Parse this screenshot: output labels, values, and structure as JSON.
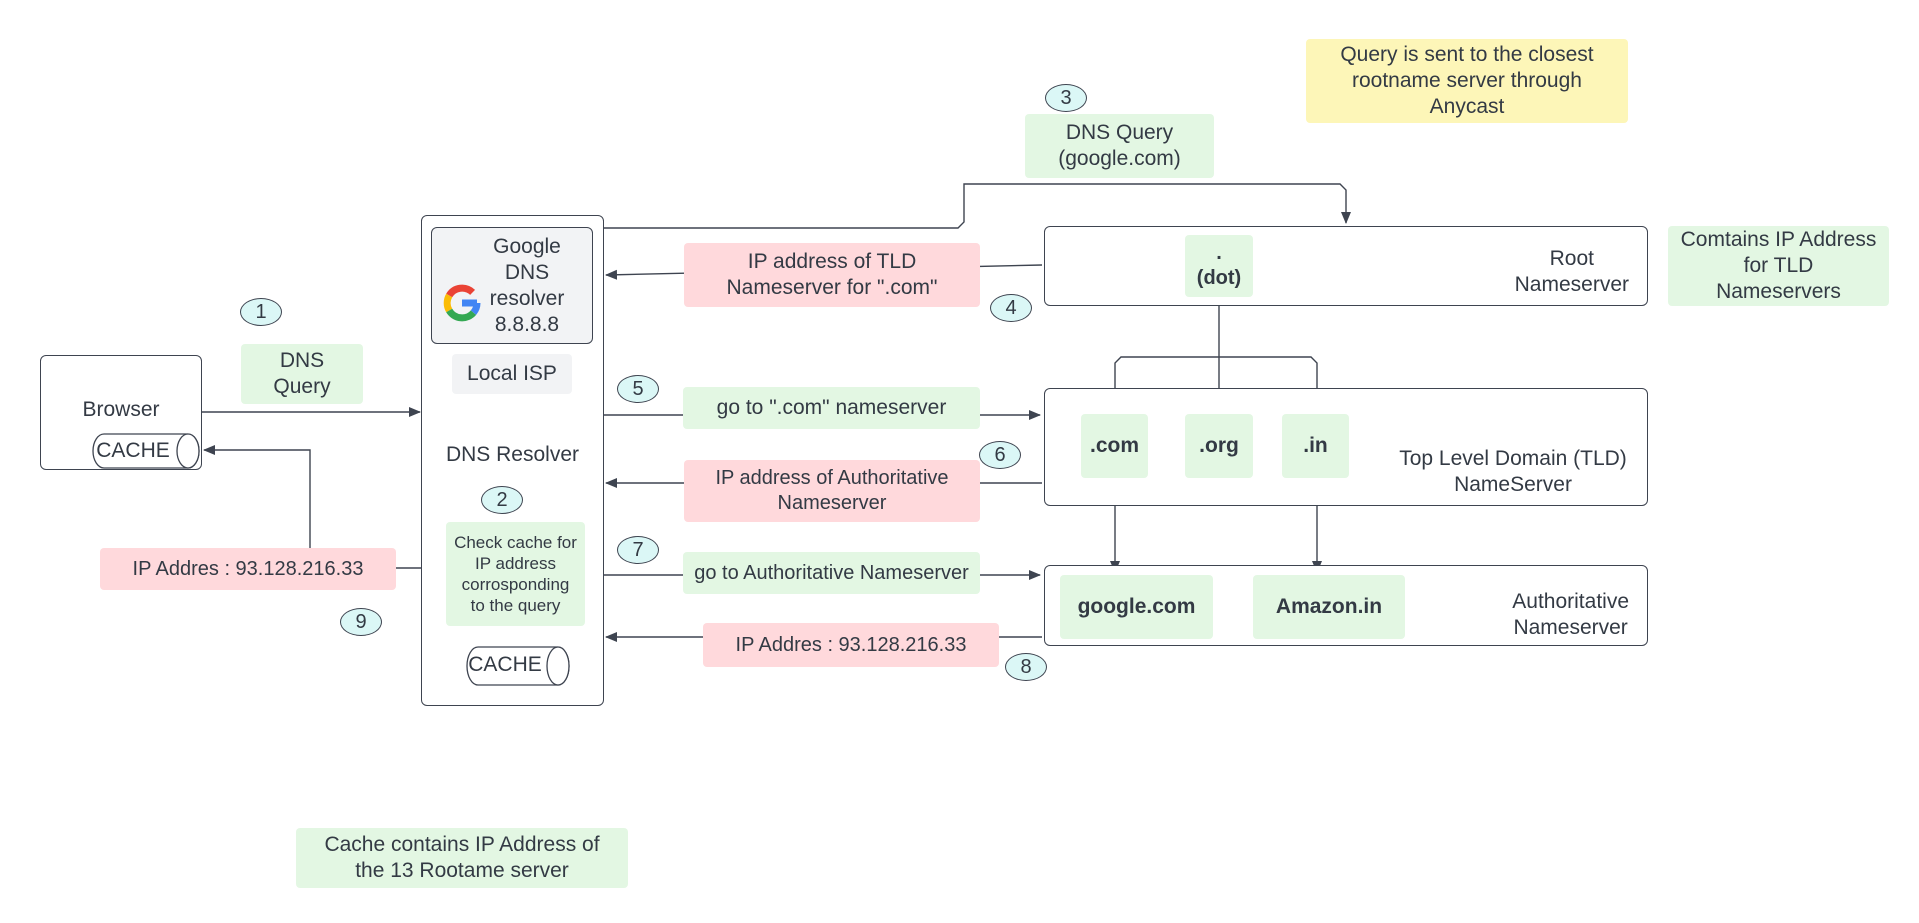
{
  "steps": [
    "1",
    "2",
    "3",
    "4",
    "5",
    "6",
    "7",
    "8",
    "9"
  ],
  "browser": {
    "label": "Browser",
    "cache": "CACHE"
  },
  "dns_query_1": "DNS\nQuery",
  "ip_result_browser": "IP Addres : 93.128.216.33",
  "resolver": {
    "google_label": "Google\nDNS\nresolver\n8.8.8.8",
    "local_isp": "Local ISP",
    "title": "DNS Resolver",
    "check_cache": "Check cache for\nIP address\ncorrosponding\nto the query",
    "cache": "CACHE"
  },
  "cache_note": "Cache contains IP Address of\nthe 13 Rootame server",
  "dns_query_3": "DNS Query\n(google.com)",
  "anycast_note": "Query is sent to the closest\nrootname server through\nAnycast",
  "root": {
    "dot": ".\n(dot)",
    "label": "Root\nNameserver"
  },
  "root_note": "Comtains IP Address\nfor TLD\nNameservers",
  "tld_ip_msg": "IP address of TLD\nNameserver for \".com\"",
  "go_com": "go to \".com\" nameserver",
  "auth_ip_msg": "IP address of Authoritative\nNameserver",
  "go_auth": "go to Authoritative Nameserver",
  "ip_result_resolver": "IP Addres : 93.128.216.33",
  "tld": {
    "items": [
      ".com",
      ".org",
      ".in"
    ],
    "label": "Top Level Domain (TLD)\nNameServer"
  },
  "auth": {
    "items": [
      "google.com",
      "Amazon.in"
    ],
    "label": "Authoritative\nNameserver"
  },
  "colors": {
    "green": "#e3f7e3",
    "pink": "#ffd9dc",
    "yellow": "#fdf6b8",
    "step": "#dbf7f6",
    "line": "#3e4450"
  },
  "icons": {
    "google": "google-g-logo"
  }
}
